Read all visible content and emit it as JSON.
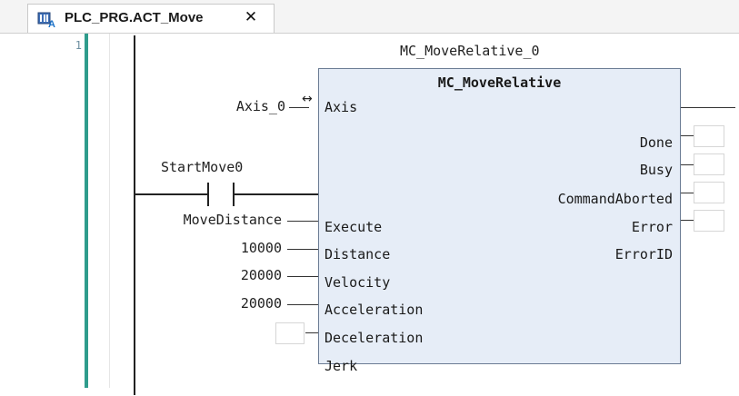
{
  "tab": {
    "title": "PLC_PRG.ACT_Move",
    "icon": "action-icon",
    "close_glyph": "✕"
  },
  "editor": {
    "line_number": "1",
    "instance_name": "MC_MoveRelative_0",
    "block": {
      "type_name": "MC_MoveRelative",
      "inputs": [
        {
          "pin": "Axis",
          "connected": "Axis_0"
        },
        {
          "pin": "Execute",
          "connected": "StartMove0"
        },
        {
          "pin": "Distance",
          "connected": "MoveDistance"
        },
        {
          "pin": "Velocity",
          "connected": "10000"
        },
        {
          "pin": "Acceleration",
          "connected": "20000"
        },
        {
          "pin": "Deceleration",
          "connected": "20000"
        },
        {
          "pin": "Jerk",
          "connected": ""
        }
      ],
      "outputs": [
        {
          "pin": "Done"
        },
        {
          "pin": "Busy"
        },
        {
          "pin": "CommandAborted"
        },
        {
          "pin": "Error"
        },
        {
          "pin": "ErrorID"
        }
      ],
      "axis_ref_marker": "↔"
    }
  },
  "colors": {
    "block_fill": "#e6edf7",
    "block_border": "#6b7c94",
    "gutter": "#2f9c8c"
  }
}
